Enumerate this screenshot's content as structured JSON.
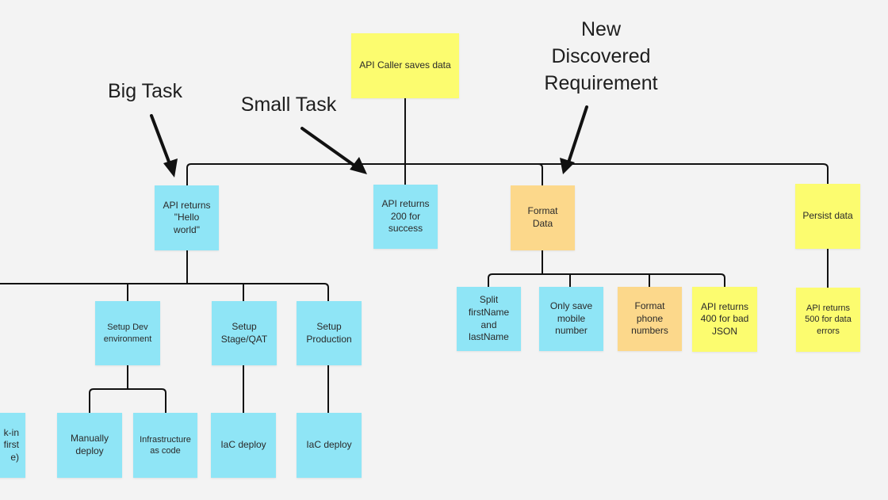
{
  "annotations": {
    "big_task": "Big Task",
    "small_task": "Small Task",
    "new_requirement": "New\nDiscovered\nRequirement"
  },
  "notes": {
    "root": "API Caller saves data",
    "hello_world": "API returns\n\"Hello\nworld\"",
    "returns_200": "API returns\n200 for\nsuccess",
    "format_data": "Format\nData",
    "persist_data": "Persist data",
    "setup_dev": "Setup Dev\nenvironment",
    "setup_stage": "Setup\nStage/QAT",
    "setup_prod": "Setup\nProduction",
    "split_name": "Split\nfirstName\nand\nlastName",
    "only_mobile": "Only save\nmobile\nnumber",
    "format_phone": "Format\nphone\nnumbers",
    "returns_400": "API returns\n400 for bad\nJSON",
    "returns_500": "API returns\n500 for data\nerrors",
    "partial_left": "k-in\nfirst\ne)",
    "manually_deploy": "Manually\ndeploy",
    "infra_as_code": "Infrastructure\nas code",
    "iac_deploy_stage": "IaC deploy",
    "iac_deploy_prod": "IaC deploy"
  },
  "colors": {
    "blue": "#8fe5f6",
    "yellow": "#fcfc6f",
    "orange": "#fcd88b",
    "connector": "#111111",
    "background": "#f3f3f3"
  }
}
